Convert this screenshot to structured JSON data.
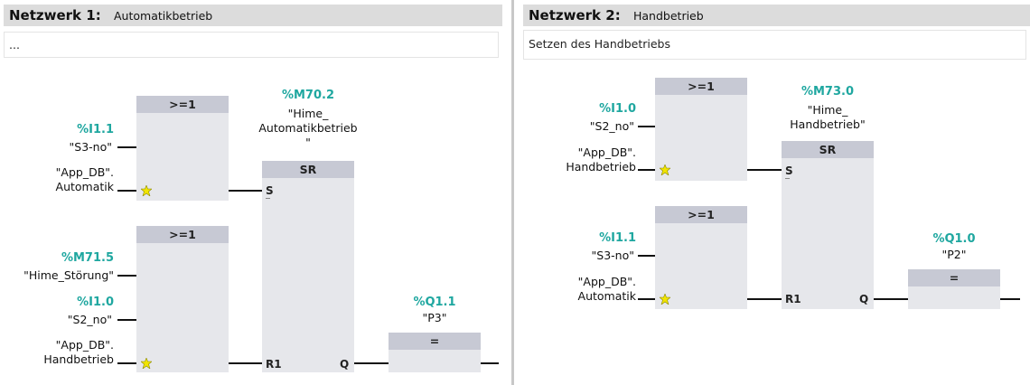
{
  "networks": [
    {
      "number_label": "Netzwerk 1:",
      "title": "Automatikbetrieb",
      "comment": "...",
      "or_block_1": {
        "title": ">=1"
      },
      "or_block_2": {
        "title": ">=1"
      },
      "sr_block": {
        "title": "SR",
        "pin_s": "S",
        "pin_r1": "R1",
        "pin_q": "Q"
      },
      "coil": {
        "title": "="
      },
      "operands": {
        "sr_address": "%M70.2",
        "sr_name": [
          "\"Hime_",
          "Automatikbetrieb",
          "\""
        ],
        "in1_address": "%I1.1",
        "in1_name": "\"S3-no\"",
        "in2_name": [
          "\"App_DB\".",
          "Automatik"
        ],
        "in3_address": "%M71.5",
        "in3_name": "\"Hime_Störung\"",
        "in4_address": "%I1.0",
        "in4_name": "\"S2_no\"",
        "in5_name": [
          "\"App_DB\".",
          "Handbetrieb"
        ],
        "coil_address": "%Q1.1",
        "coil_name": "\"P3\""
      }
    },
    {
      "number_label": "Netzwerk 2:",
      "title": "Handbetrieb",
      "comment": "Setzen des Handbetriebs",
      "or_block_1": {
        "title": ">=1"
      },
      "or_block_2": {
        "title": ">=1"
      },
      "sr_block": {
        "title": "SR",
        "pin_s": "S",
        "pin_r1": "R1",
        "pin_q": "Q"
      },
      "coil": {
        "title": "="
      },
      "operands": {
        "sr_address": "%M73.0",
        "sr_name": [
          "\"Hime_",
          "Handbetrieb\""
        ],
        "in1_address": "%I1.0",
        "in1_name": "\"S2_no\"",
        "in2_name": [
          "\"App_DB\".",
          "Handbetrieb"
        ],
        "in3_address": "%I1.1",
        "in3_name": "\"S3-no\"",
        "in4_name": [
          "\"App_DB\".",
          "Automatik"
        ],
        "coil_address": "%Q1.0",
        "coil_name": "\"P2\""
      }
    }
  ],
  "colors": {
    "operand_address": "#1fa7a0",
    "block_body": "#e6e7eb",
    "block_title": "#c7c9d4",
    "header": "#dcdcdc"
  },
  "icons": {
    "edge_marker": "yellow-star-icon"
  }
}
